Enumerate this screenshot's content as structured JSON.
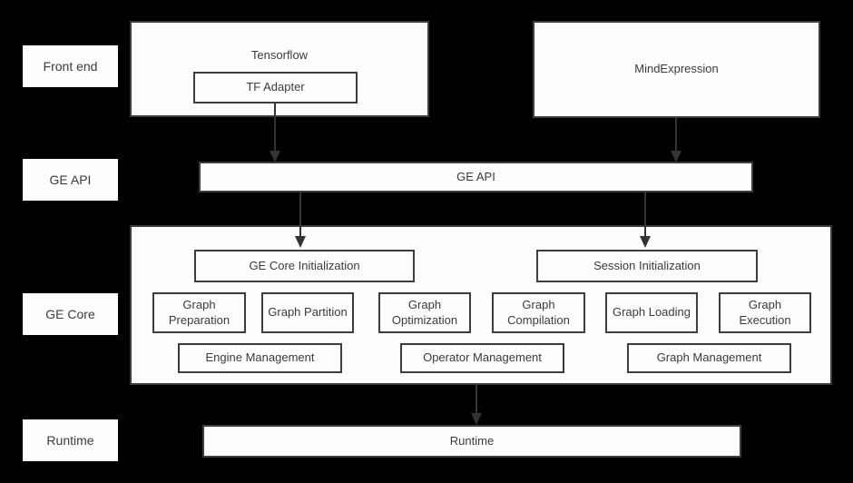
{
  "layers": {
    "front_end": {
      "label": "Front end"
    },
    "ge_api": {
      "label": "GE API"
    },
    "ge_core": {
      "label": "GE Core"
    },
    "runtime": {
      "label": "Runtime"
    }
  },
  "front_end": {
    "tensorflow": "Tensorflow",
    "tf_adapter": "TF Adapter",
    "mind_expression": "MindExpression"
  },
  "ge_api_bar": {
    "label": "GE API"
  },
  "ge_core": {
    "ge_core_initialization": "GE Core Initialization",
    "session_initialization": "Session Initialization",
    "modules": [
      "Graph Preparation",
      "Graph Partition",
      "Graph Optimization",
      "Graph Compilation",
      "Graph Loading",
      "Graph Execution"
    ],
    "management": [
      "Engine Management",
      "Operator Management",
      "Graph Management"
    ]
  },
  "runtime_bar": {
    "label": "Runtime"
  },
  "colors": {
    "background": "#000000",
    "box_fill": "#fdfdfd",
    "box_border": "#3d3d3d",
    "text": "#3b3b3b",
    "arrow": "#333333"
  }
}
